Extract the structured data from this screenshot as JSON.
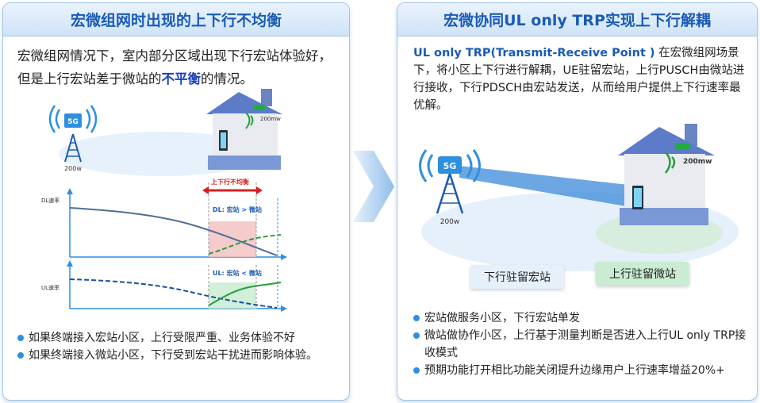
{
  "left": {
    "title": "宏微组网时出现的上下行不均衡",
    "para_part1": "宏微组网情况下，室内部分区域出现下行宏站体验好，但是上行宏站差于微站的",
    "para_em": "不平衡",
    "para_part2": "的情况。",
    "tower_label": "5G",
    "tower_power": "200w",
    "small_power": "200mw",
    "chart_top_ylabel": "DL速率",
    "chart_bottom_ylabel": "UL速率",
    "imbalance_label": "上下行不均衡",
    "dl_compare": "DL: 宏站 > 微站",
    "ul_compare": "UL: 宏站 < 微站",
    "bullets": [
      "如果终端接入宏站小区，上行受限严重、业务体验不好",
      "如果终端接入微站小区，下行受到宏站干扰进而影响体验。"
    ]
  },
  "right": {
    "title": "宏微协同UL only TRP实现上下行解耦",
    "term": "UL only TRP(Transmit-Receive Point )",
    "para": " 在宏微组网场景下，将小区上下行进行解耦，UE驻留宏站，上行PUSCH由微站进行接收，下行PDSCH由宏站发送，从而给用户提供上下行速率最优解。",
    "tower_label": "5G",
    "tower_power": "200w",
    "small_power": "200mw",
    "tag_dl": "下行驻留宏站",
    "tag_ul": "上行驻留微站",
    "bullets": [
      "宏站做服务小区，下行宏站单发",
      "微站做协作小区，上行基于测量判断是否进入上行UL only TRP接收模式",
      "预期功能打开相比功能关闭提升边缘用户上行速率增益20%+"
    ]
  },
  "colors": {
    "header_text": "#1a5bb5",
    "accent_blue": "#2e8fe0",
    "emphasis": "#1a3fb5",
    "imbalance_red": "#d42020",
    "green": "#2a9d3f"
  }
}
